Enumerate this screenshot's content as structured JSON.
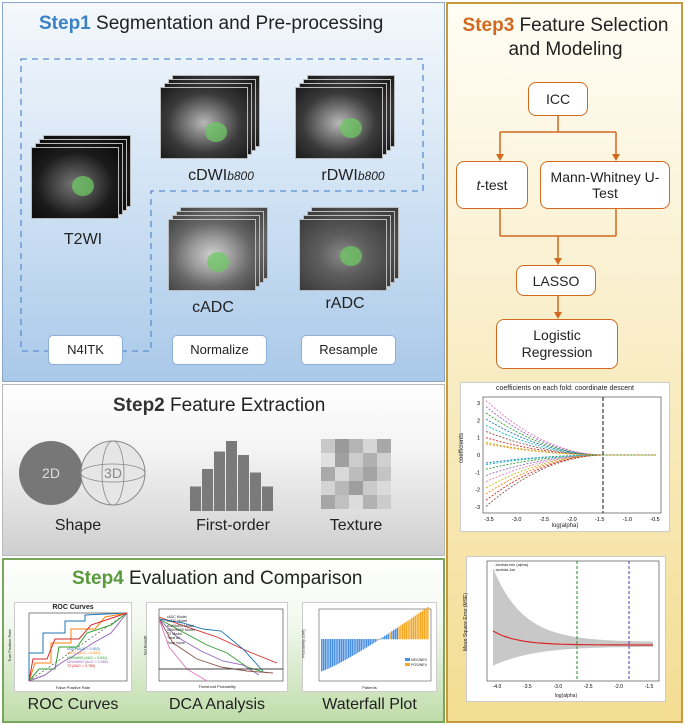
{
  "step1": {
    "tag": "Step1",
    "title": "Segmentation and Pre-processing",
    "images": {
      "t2wi": "T2WI",
      "cdwi": "cDWI",
      "cdwi_sub": "b800",
      "rdwi": "rDWI",
      "rdwi_sub": "b800",
      "cadc": "cADC",
      "radc": "rADC"
    },
    "buttons": {
      "n4itk": "N4ITK",
      "normalize": "Normalize",
      "resample": "Resample"
    }
  },
  "step2": {
    "tag": "Step2",
    "title": "Feature Extraction",
    "shape_2d": "2D",
    "shape_3d": "3D",
    "labels": {
      "shape": "Shape",
      "first_order": "First-order",
      "texture": "Texture"
    },
    "histogram_bars": [
      0.35,
      0.6,
      0.85,
      1.0,
      0.8,
      0.55,
      0.35
    ]
  },
  "step3": {
    "tag": "Step3",
    "title_line1": "Feature Selection",
    "title_line2": "and Modeling",
    "flow": {
      "icc": "ICC",
      "ttest": "t",
      "ttest_suffix": "-test",
      "mannwhitney": "Mann-Whitney U-Test",
      "lasso": "LASSO",
      "logistic": "Logistic Regression"
    },
    "coef_plot": {
      "title": "coefficients on each fold: coordinate descent",
      "xlabel": "log(alpha)",
      "ylabel": "coefficients",
      "xticks": [
        "-3.5",
        "-3.0",
        "-2.5",
        "-2.0",
        "-1.5",
        "-1.0",
        "-0.5"
      ],
      "yticks": [
        "3",
        "2",
        "1",
        "0",
        "-1",
        "-2",
        "-3"
      ]
    },
    "mse_plot": {
      "xlabel": "log(alpha)",
      "ylabel": "Mean Square Error (MSE)",
      "legend": [
        "lambda.min (alpha)",
        "lambda.1se"
      ],
      "xticks": [
        "-4.0",
        "-3.5",
        "-3.0",
        "-2.5",
        "-2.0",
        "-1.5"
      ]
    },
    "colors": {
      "accent": "#d2691e",
      "box_border": "#d2691e"
    }
  },
  "step4": {
    "tag": "Step4",
    "title": "Evaluation and Comparison",
    "roc": {
      "title": "ROC Curves",
      "xlabel": "False Positive Rate",
      "ylabel": "True Positive Rate",
      "legend": [
        "rADC (AUC = 0.853)",
        "cADC (AUC = 0.831)",
        "rDWIb800 (AUC = 0.831)",
        "cDWIb800 (AUC = 0.586)",
        "T2 (AUC = 0.785)"
      ]
    },
    "dca": {
      "xlabel": "Threshold Probability",
      "ylabel": "Net Benefit",
      "legend": [
        "rADC Model",
        "cADC Model",
        "rDWIb800 Model",
        "cDWIb800 Model",
        "T2 Model",
        "Treat All",
        "Treat None"
      ]
    },
    "waterfall": {
      "xlabel": "Patients",
      "ylabel": "Probability (Diff)",
      "legend": [
        "NEG/NEV",
        "POS/NEV"
      ]
    },
    "labels": {
      "roc": "ROC Curves",
      "dca": "DCA Analysis",
      "waterfall": "Waterfall Plot"
    }
  },
  "colors": {
    "step1_tag": "#3b82c4",
    "step2_tag": "#333333",
    "step3_tag": "#d2691e",
    "step4_tag": "#5a9a3c"
  }
}
